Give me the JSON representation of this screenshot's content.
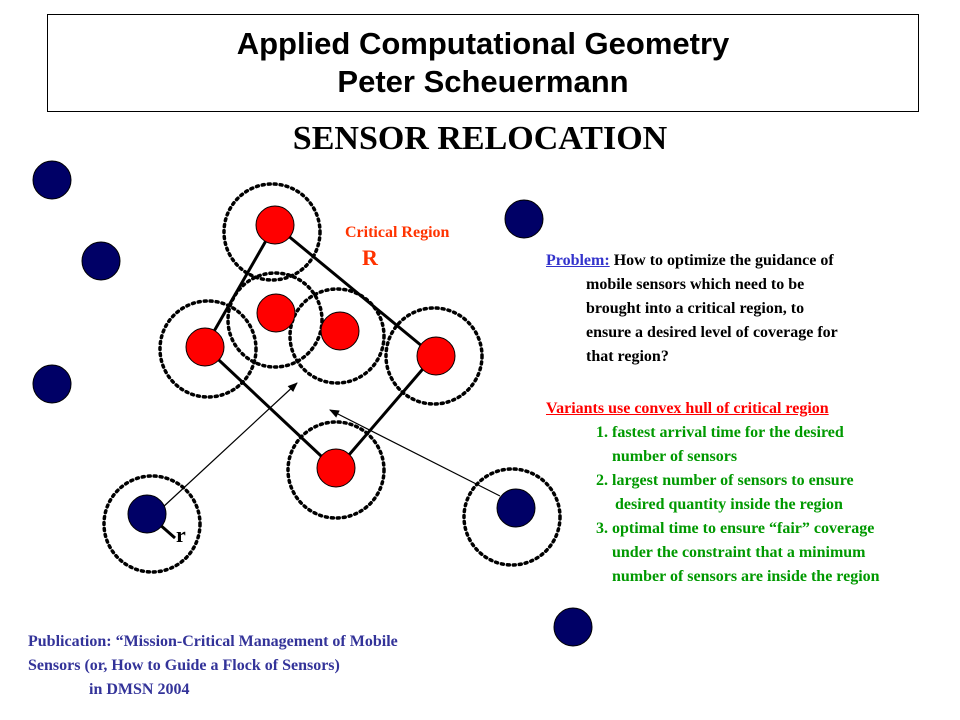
{
  "title": {
    "line1": "Applied Computational Geometry",
    "line2": "Peter Scheuermann"
  },
  "subtitle": "SENSOR RELOCATION",
  "diagram": {
    "critical_region_label": "Critical Region",
    "region_symbol": "R",
    "radius_symbol": "r",
    "colors": {
      "mobile_sensor": "#000066",
      "critical_sensor": "#ff0000",
      "label_red": "#ff3300",
      "variant_text": "#009900",
      "problem_head": "#3333cc",
      "publication": "#333399"
    }
  },
  "problem": {
    "heading": "Problem:",
    "first_line": " How to optimize the guidance of",
    "lines": [
      "mobile sensors which need to be",
      "brought into a critical region, to",
      "ensure a desired level of coverage for",
      "that region?"
    ]
  },
  "variants": {
    "heading": "Variants use convex hull of critical region",
    "items": [
      {
        "line1": "1. fastest arrival time for the desired",
        "line2": "number of sensors"
      },
      {
        "line1": "2. largest number of sensors to ensure",
        "line2": "desired quantity inside the region"
      },
      {
        "line1": "3. optimal time to ensure “fair” coverage",
        "line2": "under the constraint that a minimum",
        "line3": "number of sensors are inside the region"
      }
    ]
  },
  "publication": {
    "line1": "Publication: “Mission-Critical Management of Mobile",
    "line2": "Sensors (or, How to Guide a Flock of Sensors)",
    "line3": "in DMSN 2004"
  }
}
